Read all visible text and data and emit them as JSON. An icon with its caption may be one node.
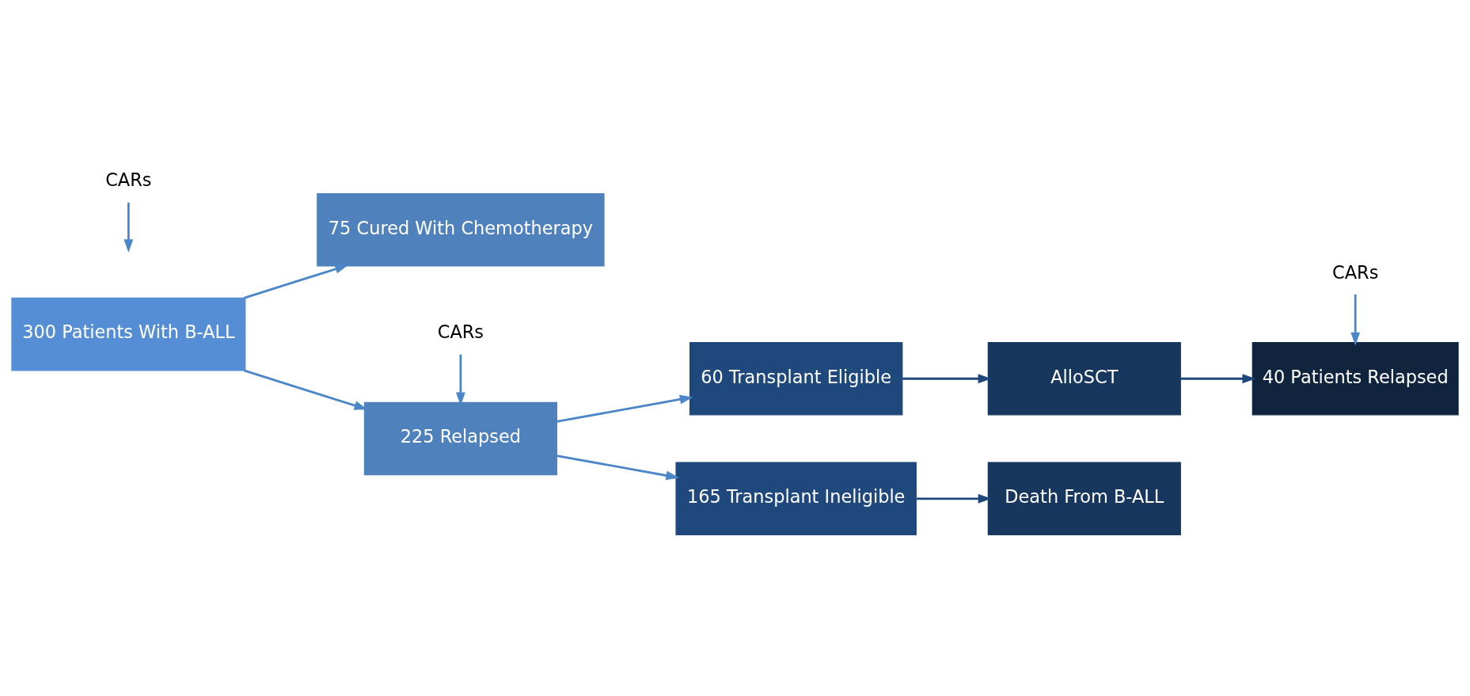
{
  "diagram": {
    "nodes": [
      {
        "text": [
          "300 Patients With B-ALL"
        ]
      },
      {
        "text": [
          "225 Relapsed"
        ]
      },
      {
        "text": [
          "75 Cured With Chemotherapy"
        ]
      },
      {
        "text": [
          "60 Transplant Eligible"
        ]
      },
      {
        "text": [
          "165 Transplant Ineligible"
        ]
      },
      {
        "text": [
          "AlloSCT"
        ]
      },
      {
        "text": [
          "40 Patients Relapsed"
        ]
      },
      {
        "text": [
          "Death From B-ALL"
        ]
      },
      {
        "text": [
          "CARs"
        ]
      },
      {
        "text": [
          "CARs"
        ]
      },
      {
        "text": [
          "CARs"
        ]
      }
    ],
    "edges": [
      {
        "from": 0,
        "to": 1,
        "arrow": "to"
      },
      {
        "from": 0,
        "to": 2,
        "arrow": "to"
      },
      {
        "from": 1,
        "to": 3,
        "arrow": "to"
      },
      {
        "from": 1,
        "to": 4,
        "arrow": "to"
      },
      {
        "from": 3,
        "to": 5,
        "arrow": "to",
        "color": "#1f497d"
      },
      {
        "from": 5,
        "to": 6,
        "arrow": "to",
        "color": "#1f497d"
      },
      {
        "from": 4,
        "to": 7,
        "arrow": "to",
        "color": "#1f497d"
      },
      {
        "from": 8,
        "to": 1,
        "arrow": "to"
      },
      {
        "from": 9,
        "to": 6,
        "arrow": "to"
      },
      {
        "from": 10,
        "to": null,
        "arrow": "to"
      }
    ]
  }
}
